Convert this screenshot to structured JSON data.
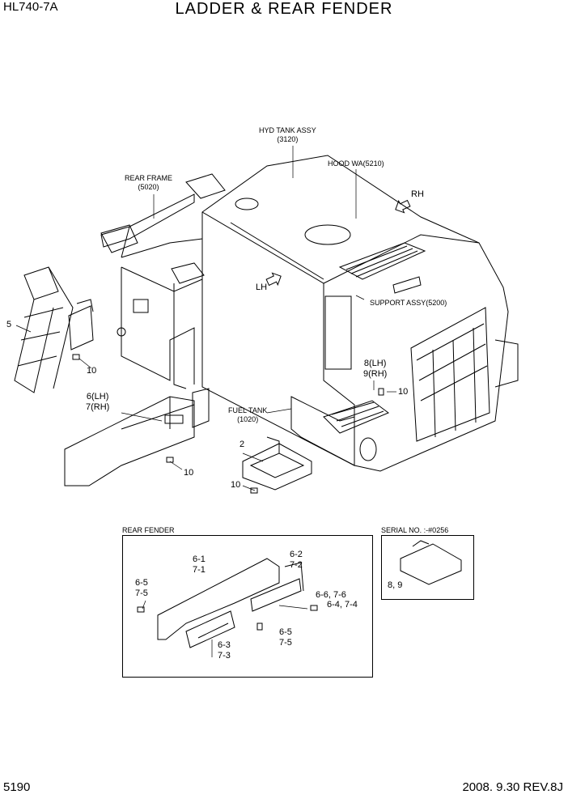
{
  "header": {
    "model": "HL740-7A",
    "title": "LADDER & REAR FENDER"
  },
  "footer": {
    "page_number": "5190",
    "revision": "2008. 9.30  REV.8J"
  },
  "callouts": {
    "hyd_tank": "HYD TANK ASSY",
    "hyd_tank_no": "(3120)",
    "hood": "HOOD WA(5210)",
    "rear_frame": "REAR FRAME",
    "rear_frame_no": "(5020)",
    "rh": "RH",
    "lh": "LH",
    "support": "SUPPORT ASSY(5200)",
    "ladder": "5",
    "bolt_a": "10",
    "fender_lh": "6(LH)",
    "fender_rh": "7(RH)",
    "step_lh": "8(LH)",
    "step_rh": "9(RH)",
    "bolt_b": "10",
    "fuel_tank": "FUEL TANK",
    "fuel_tank_no": "(1020)",
    "bracket": "2",
    "bolt_c": "10",
    "bolt_d": "10"
  },
  "rear_fender": {
    "title": "REAR FENDER",
    "p61": "6-1",
    "p71": "7-1",
    "p62": "6-2",
    "p72": "7-2",
    "p65a": "6-5",
    "p75a": "7-5",
    "p66": "6-6, 7-6",
    "p64": "6-4, 7-4",
    "p65b": "6-5",
    "p75b": "7-5",
    "p63": "6-3",
    "p73": "7-3"
  },
  "serial": {
    "title": "SERIAL NO. :-#0256",
    "parts": "8, 9"
  }
}
